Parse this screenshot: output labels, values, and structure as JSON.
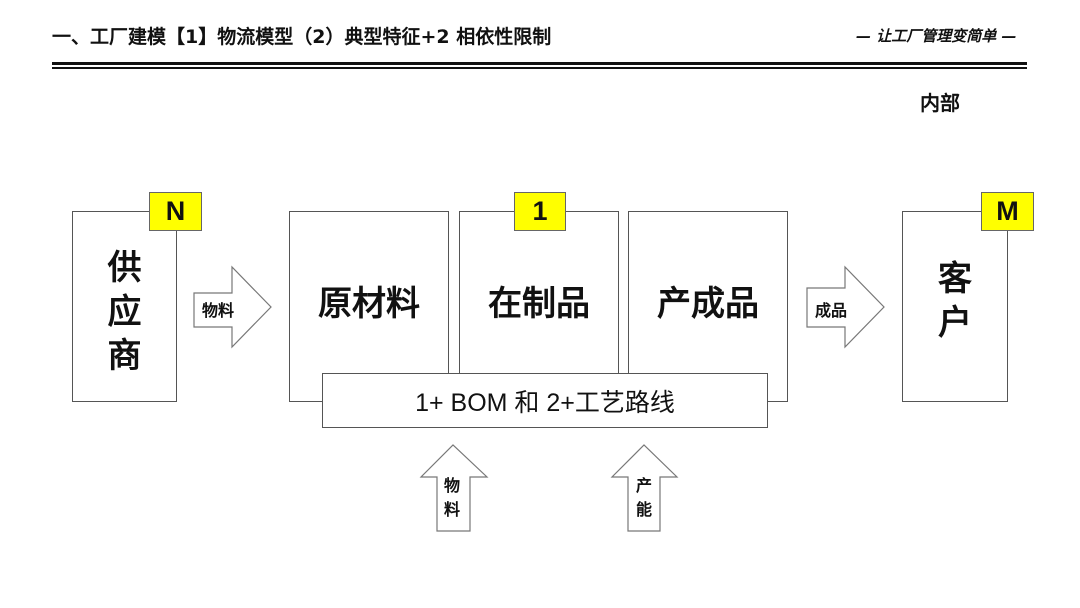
{
  "header": {
    "title": "一、工厂建模【1】物流模型（2）典型特征+2 相依性限制",
    "slogan": "— 让工厂管理变简单 —",
    "tag": "内部"
  },
  "diagram": {
    "supplier": {
      "label_chars": [
        "供",
        "应",
        "商"
      ],
      "badge": "N"
    },
    "arrow_in": {
      "label": "物料"
    },
    "stages": [
      {
        "label": "原材料"
      },
      {
        "label": "在制品",
        "badge": "1"
      },
      {
        "label": "产成品"
      }
    ],
    "arrow_out": {
      "label": "成品"
    },
    "customer": {
      "label_chars": [
        "客",
        "户"
      ],
      "badge": "M"
    },
    "constraint_bar": {
      "label": "1+ BOM 和 2+工艺路线"
    },
    "up_arrows": [
      {
        "label_chars": [
          "物",
          "料"
        ]
      },
      {
        "label_chars": [
          "产",
          "能"
        ]
      }
    ],
    "colors": {
      "badge": "#ffff00",
      "border": "#555555",
      "text": "#111111"
    }
  }
}
